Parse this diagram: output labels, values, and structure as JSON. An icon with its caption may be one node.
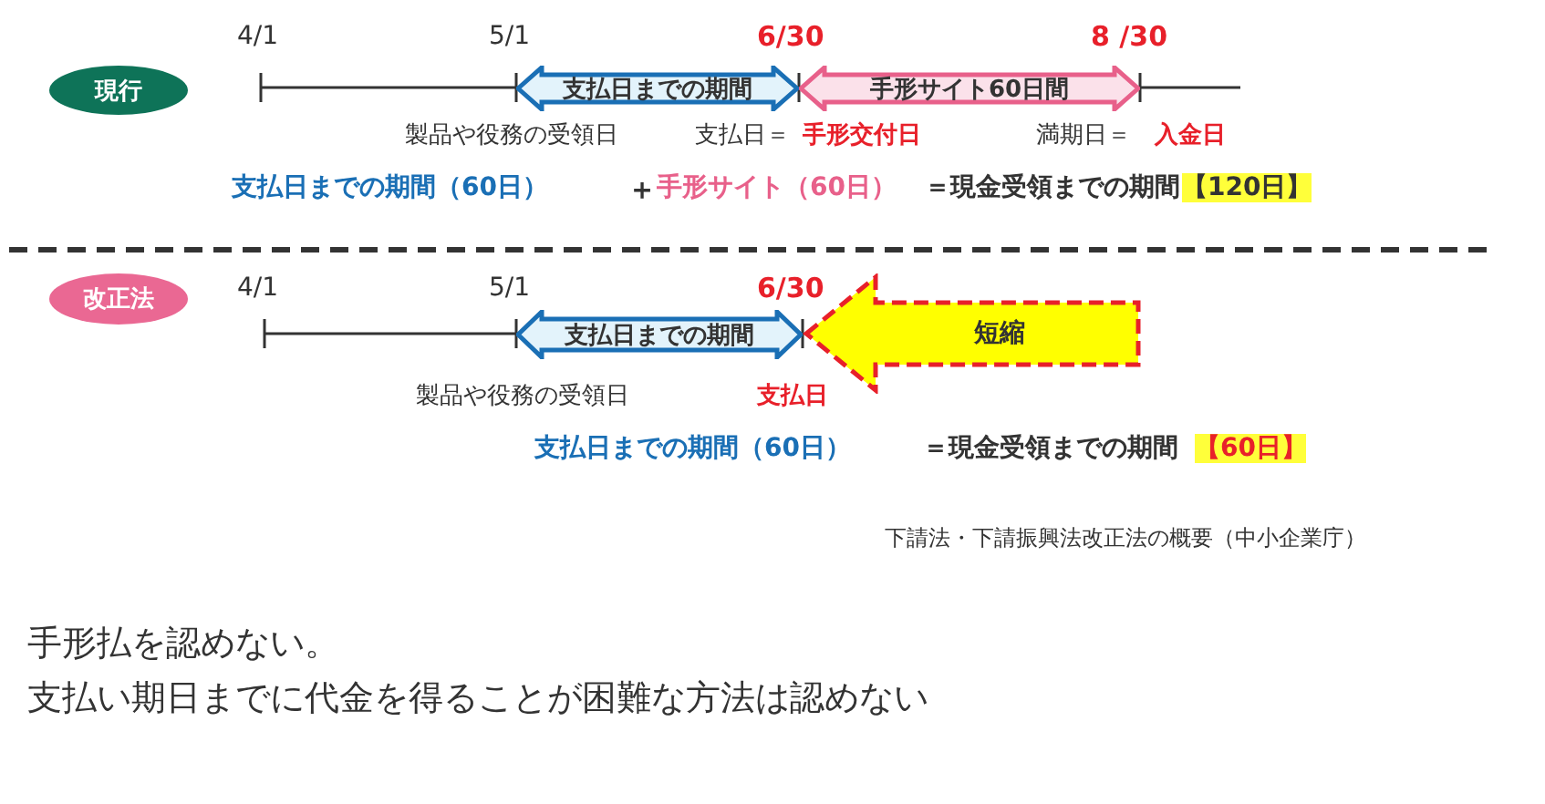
{
  "diagram": {
    "nodes": [
      {
        "text": [
          "現行"
        ]
      },
      {
        "text": [
          "支払日までの期間"
        ]
      },
      {
        "text": [
          "手形サイト60日間"
        ]
      },
      {
        "text": [
          "改正法"
        ]
      },
      {
        "text": [
          "支払日までの期間"
        ]
      },
      {
        "text": [
          "短縮"
        ]
      }
    ],
    "labels": [
      "4/1",
      "5/1",
      "6/30",
      "8 /30",
      "製品や役務の受領日",
      "支払日＝",
      "手形交付日",
      "満期日＝",
      "入金日",
      "支払日までの期間（60日）",
      "＋",
      "手形サイト（60日）",
      "＝現金受領までの期間",
      "【120日】",
      "4/1",
      "5/1",
      "6/30",
      "製品や役務の受領日",
      "支払日",
      "支払日までの期間（60日）",
      "＝現金受領までの期間",
      "【60日】",
      "下請法・下請振興法改正法の概要（中小企業庁）",
      "手形払を認めない。",
      "支払い期日までに代金を得ることが困難な方法は認めない"
    ]
  }
}
